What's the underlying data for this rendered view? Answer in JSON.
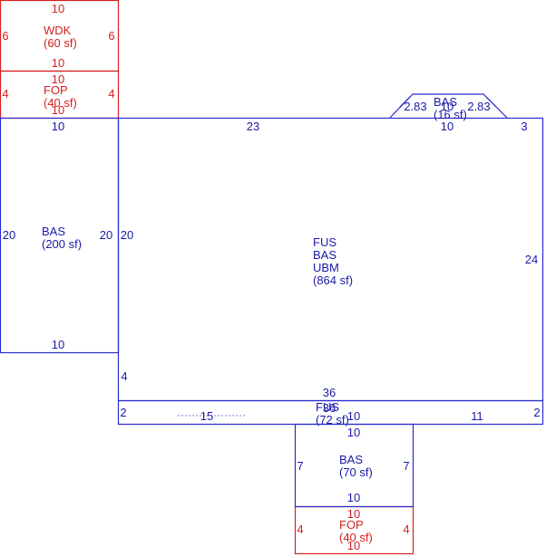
{
  "colors": {
    "living": "#1a1aa8",
    "porch": "#d42020"
  },
  "areas": {
    "wdk": {
      "code": "WDK",
      "area": "(60 sf)"
    },
    "fop_top": {
      "code": "FOP",
      "area": "(40 sf)"
    },
    "bas_left": {
      "code": "BAS",
      "area": "(200 sf)"
    },
    "main": {
      "l1": "FUS",
      "l2": "BAS",
      "l3": "UBM",
      "area": "(864 sf)"
    },
    "bay": {
      "code": "BAS",
      "area": "(16 sf)"
    },
    "fus_strip": {
      "code": "FUS",
      "area": "(72 sf)"
    },
    "bas_bottom": {
      "code": "BAS",
      "area": "(70 sf)"
    },
    "fop_bottom": {
      "code": "FOP",
      "area": "(40 sf)"
    }
  },
  "dims": {
    "wdk_top": "10",
    "wdk_left": "6",
    "wdk_right": "6",
    "wdk_bottom": "10",
    "fop_top_top": "10",
    "fop_top_left": "4",
    "fop_top_right": "4",
    "fop_top_bottom": "10",
    "bas_left_top": "10",
    "bas_left_left": "20",
    "bas_left_right": "20",
    "bas_left_bottom": "10",
    "main_top": "23",
    "main_top_right_a": "10",
    "main_top_right_b": "3",
    "main_left": "20",
    "main_right": "24",
    "main_left_lower": "4",
    "main_bottom": "36",
    "bay_left": "2.83",
    "bay_right": "2.83",
    "bay_top": "10",
    "strip_top": "36",
    "strip_left": "2",
    "strip_bottom_a": "15",
    "strip_bottom_b": "10",
    "strip_bottom_c": "11",
    "strip_right": "2",
    "bas_bottom_top": "10",
    "bas_bottom_left": "7",
    "bas_bottom_right": "7",
    "bas_bottom_bottom": "10",
    "fop_bottom_top": "10",
    "fop_bottom_left": "4",
    "fop_bottom_right": "4",
    "fop_bottom_bottom": "10"
  }
}
